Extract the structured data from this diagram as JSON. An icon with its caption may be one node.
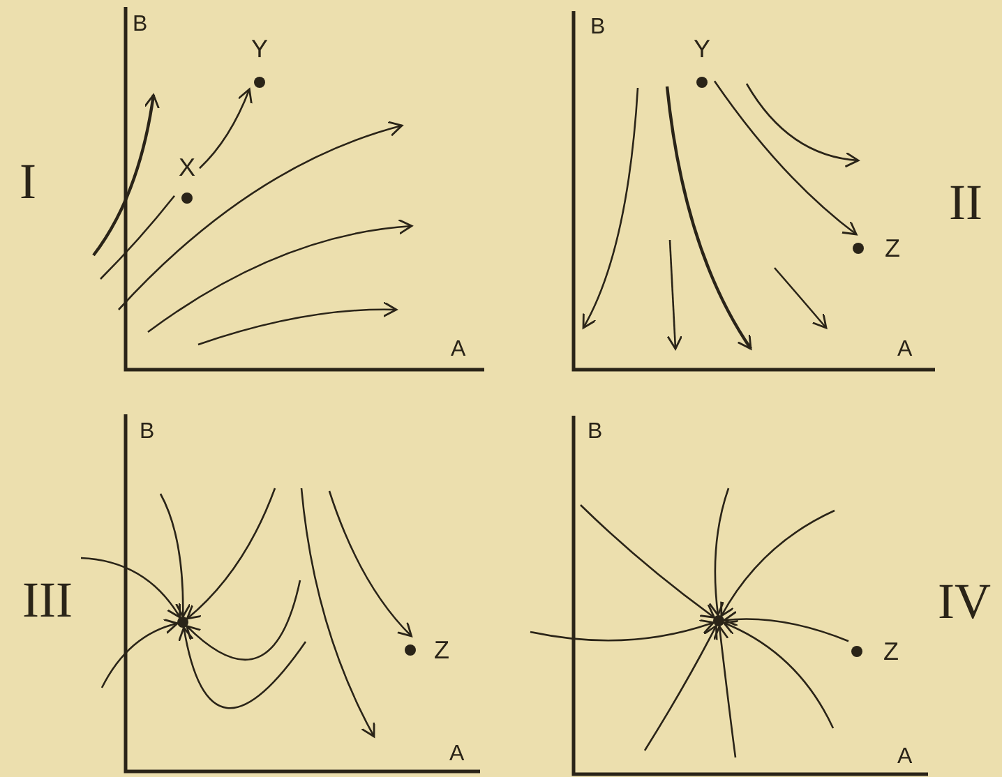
{
  "diagram": {
    "nodes": [
      {
        "text": [
          "X"
        ]
      },
      {
        "text": [
          "Y"
        ]
      },
      {
        "text": [
          "Y"
        ]
      },
      {
        "text": [
          "Z"
        ]
      },
      {
        "text": [],
        "shape": "circle"
      },
      {
        "text": [
          "Z"
        ]
      },
      {
        "text": [],
        "shape": "circle"
      },
      {
        "text": [
          "Z"
        ]
      }
    ],
    "edges": [
      {
        "from": null,
        "to": 0,
        "arrow": "none"
      },
      {
        "from": 0,
        "to": 1,
        "arrow": "to"
      },
      {
        "from": 2,
        "to": 3,
        "arrow": "to"
      },
      {
        "from": null,
        "to": 4,
        "arrow": "to"
      },
      {
        "from": null,
        "to": 4,
        "arrow": "to"
      },
      {
        "from": null,
        "to": 4,
        "arrow": "to"
      },
      {
        "from": null,
        "to": 4,
        "arrow": "to"
      },
      {
        "from": null,
        "to": 4,
        "arrow": "to"
      },
      {
        "from": null,
        "to": 4,
        "arrow": "to"
      },
      {
        "from": null,
        "to": 5,
        "arrow": "to"
      },
      {
        "from": 7,
        "to": 6,
        "arrow": "to"
      },
      {
        "from": null,
        "to": 6,
        "arrow": "to"
      },
      {
        "from": null,
        "to": 6,
        "arrow": "to"
      },
      {
        "from": null,
        "to": 6,
        "arrow": "to"
      },
      {
        "from": null,
        "to": 6,
        "arrow": "to"
      },
      {
        "from": null,
        "to": 6,
        "arrow": "to"
      },
      {
        "from": null,
        "to": 6,
        "arrow": "to"
      },
      {
        "from": null,
        "to": 6,
        "arrow": "to"
      }
    ],
    "labels": [
      "I",
      "B",
      "A",
      "II",
      "B",
      "A",
      "III",
      "B",
      "A",
      "IV",
      "B",
      "A"
    ]
  }
}
